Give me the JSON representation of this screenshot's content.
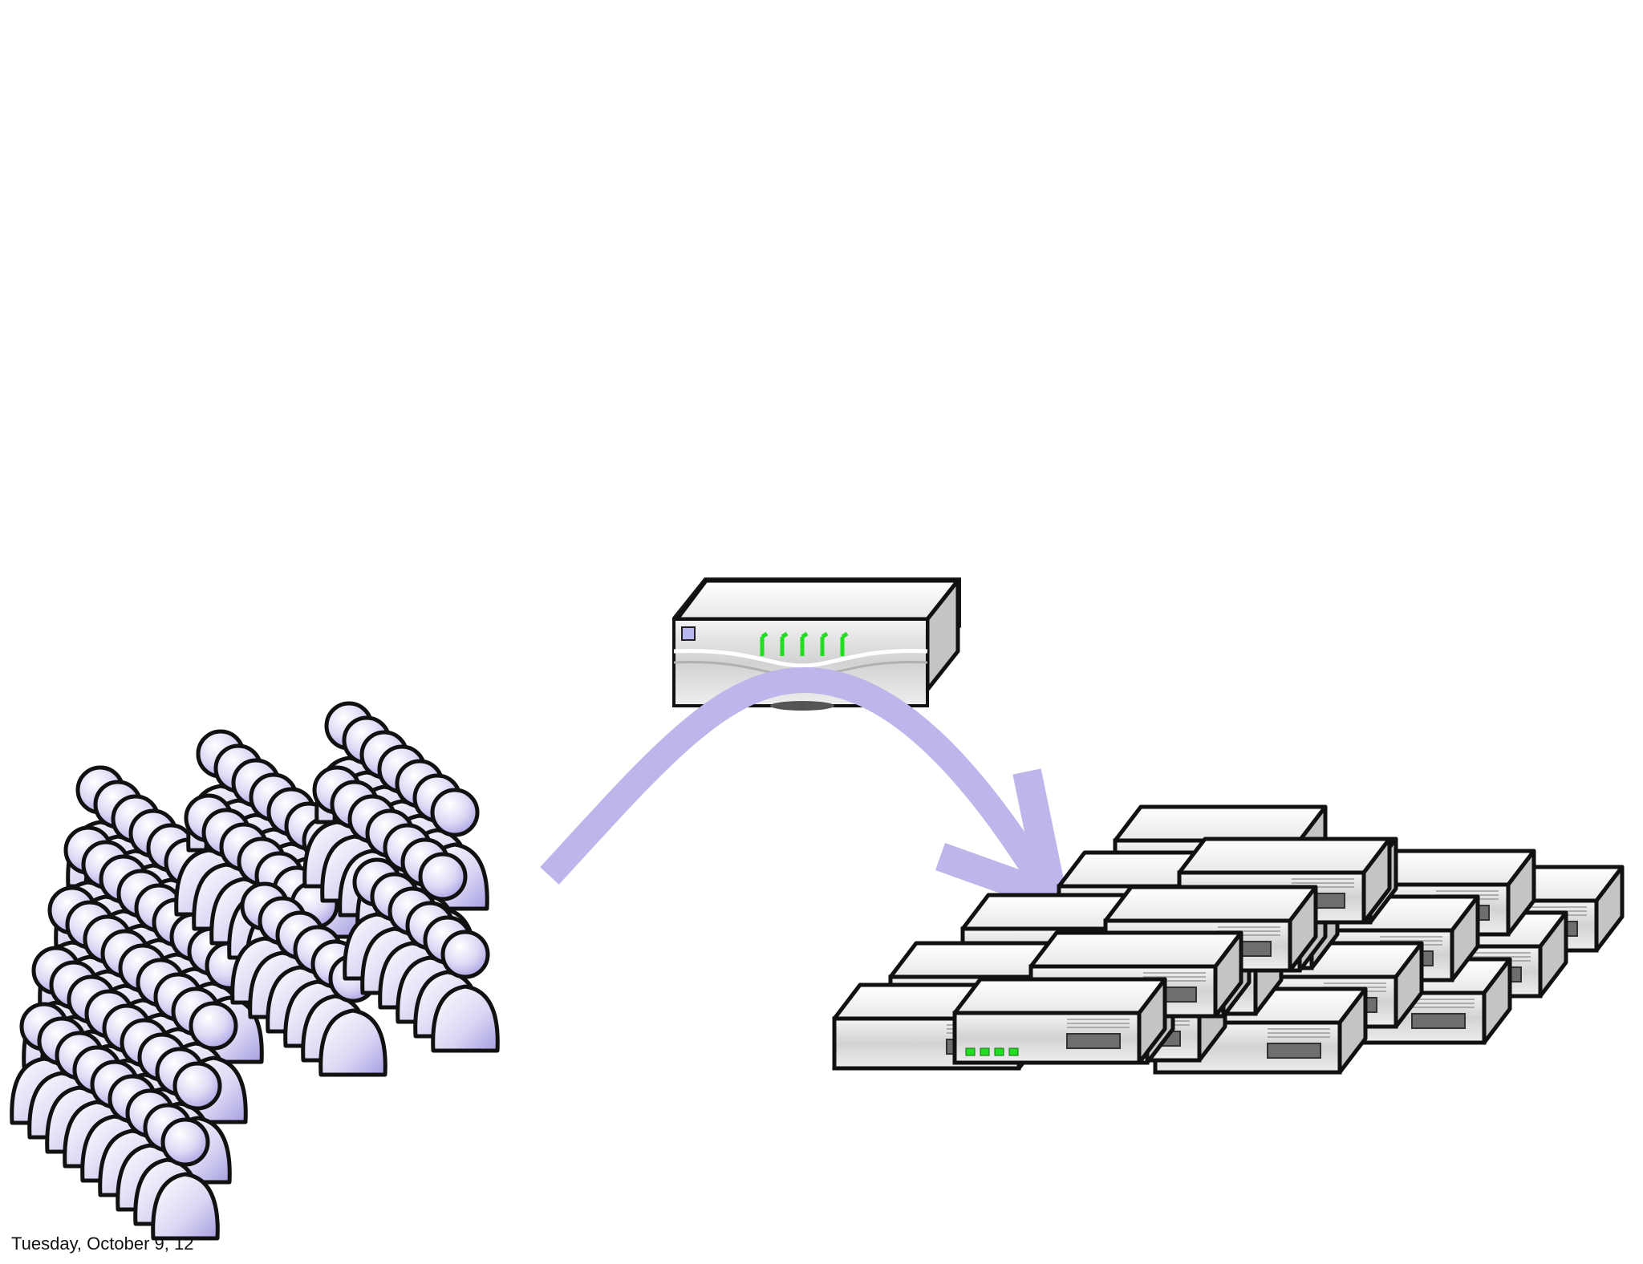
{
  "footer": {
    "date": "Tuesday, October 9, 12"
  },
  "diagram": {
    "groups": [
      {
        "name": "crowd-of-users",
        "icon": "person-icon"
      },
      {
        "name": "load-balancer",
        "icon": "network-switch-icon"
      },
      {
        "name": "server-farm",
        "icon": "server-icon"
      }
    ],
    "flow_arrow": {
      "from": "crowd-of-users",
      "via": "load-balancer",
      "to": "server-farm"
    }
  },
  "colors": {
    "arrow": "#bcb6ea",
    "person_fill": "#dcd9f5",
    "person_shadow": "#a59ee0",
    "device_body": "#e4e4e4",
    "device_top": "#f2f2f2",
    "device_side": "#c6c6c6",
    "led": "#22dd22",
    "outline": "#111111"
  }
}
